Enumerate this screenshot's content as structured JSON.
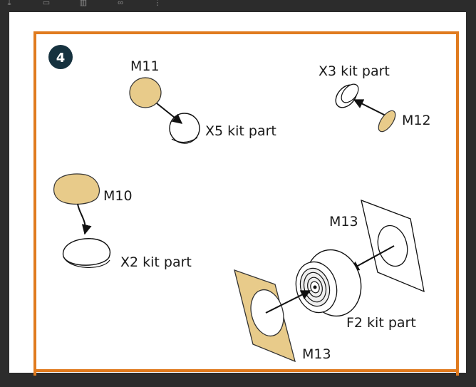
{
  "toolbar": {
    "icons": [
      "download-icon",
      "print-icon",
      "view-icon",
      "link-icon",
      "more-icon"
    ]
  },
  "colors": {
    "frame": "#e07b1f",
    "badge": "#16323f",
    "part_fill": "#e8cb8a",
    "background": "#2c2c2c"
  },
  "diagram": {
    "step_number": "4",
    "labels": {
      "m11": "M11",
      "x5": "X5 kit part",
      "x3": "X3 kit part",
      "m12": "M12",
      "m10": "M10",
      "x2": "X2 kit part",
      "m13_top": "M13",
      "f2": "F2 kit part",
      "m13_bottom": "M13"
    }
  }
}
